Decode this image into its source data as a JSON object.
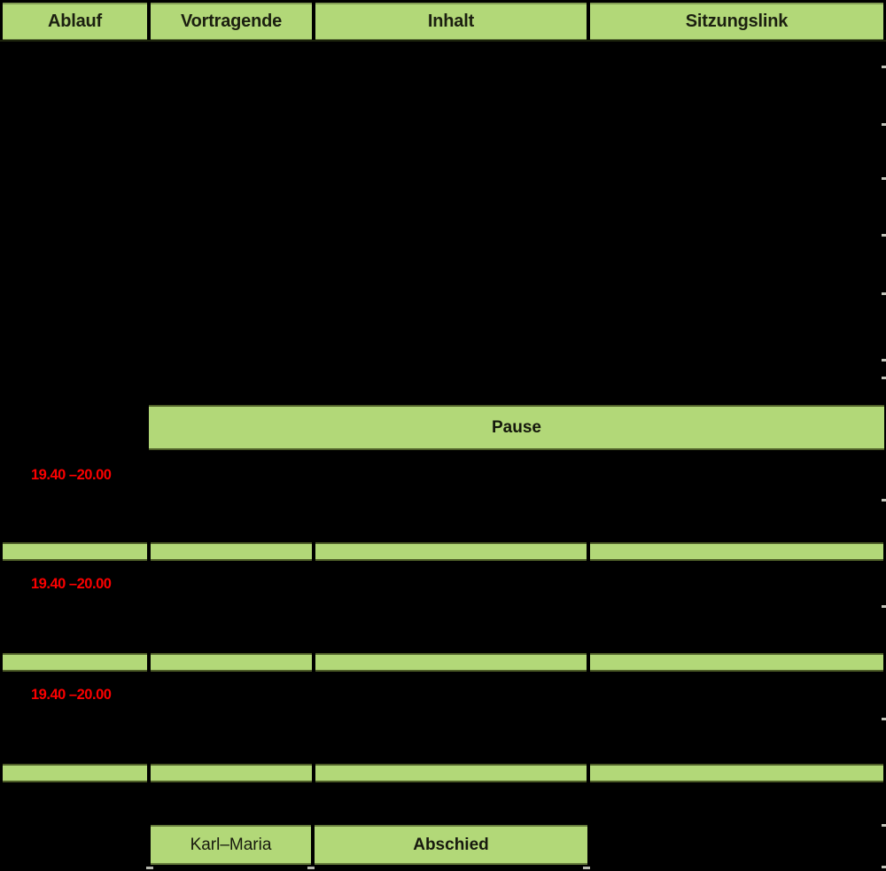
{
  "header": {
    "columns": [
      "Ablauf",
      "Vortragende",
      "Inhalt",
      "Sitzungslink"
    ]
  },
  "rows": {
    "pause_label": "Pause",
    "time_slots": [
      "19.40 –20.00",
      "19.40 –20.00",
      "19.40 –20.00"
    ],
    "closing": {
      "vortragende": "Karl–Maria",
      "inhalt": "Abschied"
    }
  },
  "colors": {
    "cell_green": "#b2d878",
    "time_red": "#fa0000",
    "background": "#000000",
    "cell_text_dark": "#1b1f10"
  }
}
